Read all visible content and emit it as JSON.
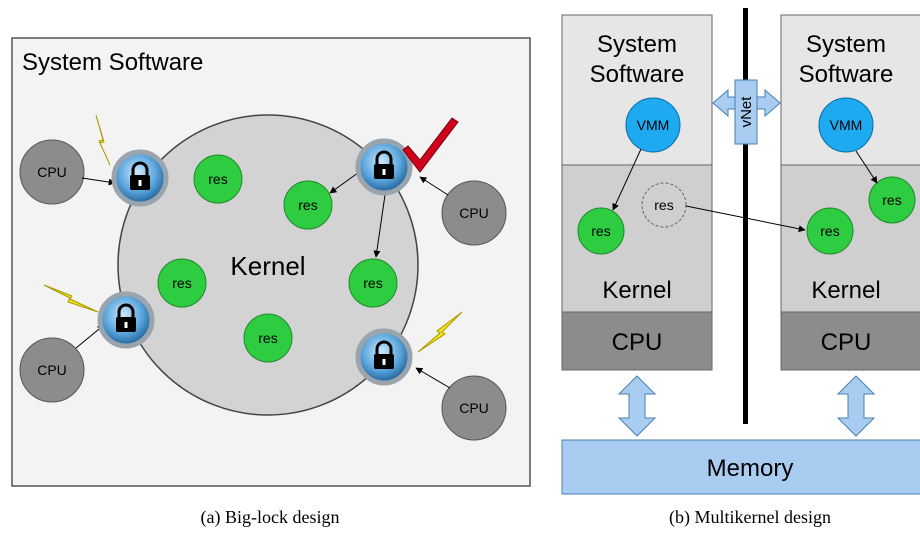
{
  "big_lock": {
    "panel_title": "System Software",
    "kernel_label": "Kernel",
    "cpu_label": "CPU",
    "res_label": "res",
    "caption": "(a)  Big-lock design"
  },
  "multikernel": {
    "left": {
      "title_line1": "System",
      "title_line2": "Software",
      "vmm_label": "VMM",
      "res_label": "res",
      "kernel_label": "Kernel",
      "cpu_label": "CPU"
    },
    "right": {
      "title_line1": "System",
      "title_line2": "Software",
      "vmm_label": "VMM",
      "res_label": "res",
      "kernel_label": "Kernel",
      "cpu_label": "CPU"
    },
    "ghost_res_label": "res",
    "vnet_label": "vNet",
    "memory_label": "Memory",
    "caption": "(b)  Multikernel design"
  },
  "colors": {
    "res_green": "#2ecc40",
    "cpu_gray": "#8c8c8c",
    "kernel_gray": "#d3d3d3",
    "vmm_blue": "#1eaaf1",
    "memory_blue": "#a8cdf0",
    "check_red": "#d0021b",
    "bolt_yellow": "#f5e11a"
  },
  "icons": [
    "lock-icon",
    "lightning-icon",
    "checkmark-icon",
    "double-arrow-icon"
  ]
}
